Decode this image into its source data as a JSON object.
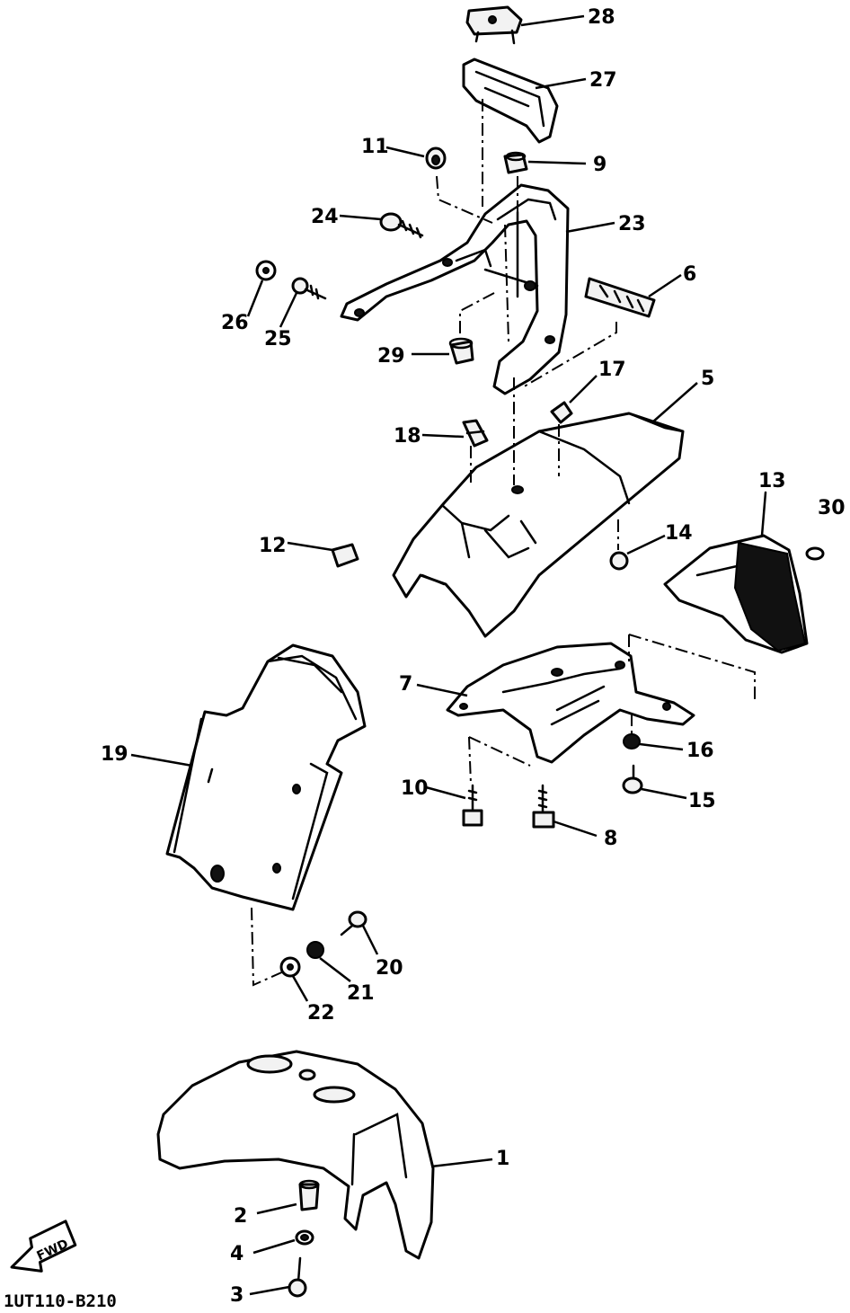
{
  "diagram": {
    "drawing_code": "1UT110-B210",
    "direction_label": "FWD",
    "callouts": [
      "28",
      "27",
      "11",
      "9",
      "24",
      "23",
      "6",
      "26",
      "25",
      "29",
      "17",
      "5",
      "18",
      "13",
      "30",
      "12",
      "14",
      "7",
      "19",
      "16",
      "10",
      "15",
      "8",
      "20",
      "21",
      "22",
      "1",
      "2",
      "4",
      "3"
    ]
  }
}
